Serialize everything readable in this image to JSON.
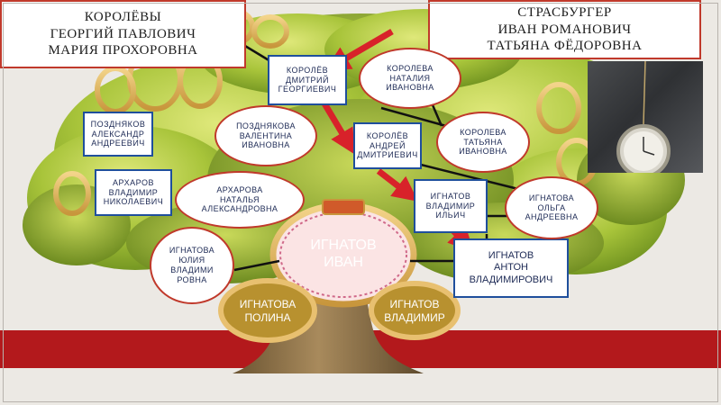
{
  "colors": {
    "accent_red": "#c0392b",
    "frame_blue": "#1f4f9c",
    "text_navy": "#1d2a55",
    "tree_green": "#8fb82a",
    "gold_frame": "#c8a14a",
    "band_red": "#b3191c"
  },
  "headers": {
    "left": "КОРОЛЁВЫ\nГЕОРГИЙ  ПАВЛОВИЧ\nМАРИЯ  ПРОХОРОВНА",
    "right": "СТРАСБУРГЕР\nИВАН  РОМАНОВИЧ\nТАТЬЯНА  ФЁДОРОВНА"
  },
  "persons": {
    "korolev_dmitry": "КОРОЛЁВ\nДМИТРИЙ\nГЕОРГИЕВИЧ",
    "koroleva_natalia": "КОРОЛЕВА\nНАТАЛИЯ\nИВАНОВНА",
    "pozdnyakov": "ПОЗДНЯКОВ\nАЛЕКСАНДР\nАНДРЕЕВИЧ",
    "pozdnyakova": "ПОЗДНЯКОВА\nВАЛЕНТИНА\nИВАНОВНА",
    "korolev_andrey": "КОРОЛЁВ\nАНДРЕЙ\nДМИТРИЕВИЧ",
    "koroleva_tatyana": "КОРОЛЕВА\nТАТЬЯНА\nИВАНОВНА",
    "arkharov": "АРХАРОВ\nВЛАДИМИР\nНИКОЛАЕВИЧ",
    "arkharova": "АРХАРОВА\nНАТАЛЬЯ\nАЛЕКСАНДРОВНА",
    "ignatov_vladimir_ilyich": "ИГНАТОВ\nВЛАДИМИР\nИЛЬИЧ",
    "ignatova_olga": "ИГНАТОВА\nОЛЬГА\nАНДРЕЕВНА",
    "ignatova_yulia": "ИГНАТОВА\nЮЛИЯ\nВЛАДИМИ\nРОВНА",
    "ignatov_anton": "ИГНАТОВ\nАНТОН\nВЛАДИМИРОВИЧ"
  },
  "center": "ИГНАТОВ\nИВАН",
  "children": {
    "polina": "ИГНАТОВА\nПОЛИНА",
    "vladimir": "ИГНАТОВ\nВЛАДИМИР"
  }
}
